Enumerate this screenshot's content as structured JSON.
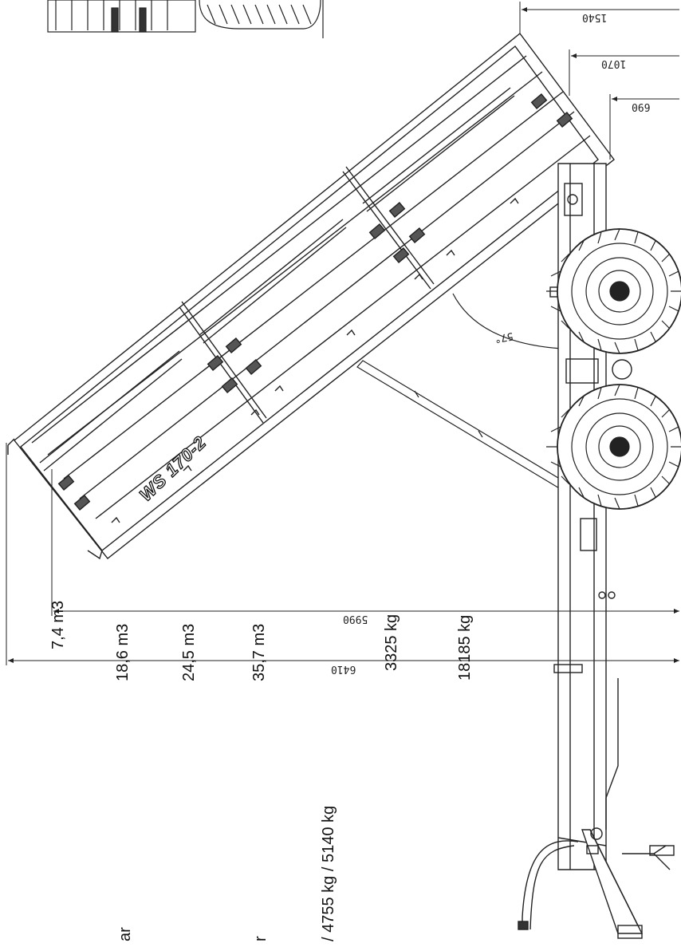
{
  "drawing": {
    "model_label": "WS 170-2",
    "tilt_angle": "57°",
    "dimensions": {
      "d690": "690",
      "d1070": "1070",
      "d1540": "1540",
      "d5990": "5990",
      "d6410": "6410"
    }
  },
  "specs": [
    {
      "value": "7,4 m3"
    },
    {
      "value": "18,6 m3"
    },
    {
      "value": "24,5 m3"
    },
    {
      "value": "35,7 m3"
    },
    {
      "value": "/ 4755 kg  /  5140 kg"
    },
    {
      "value": "3325 kg"
    },
    {
      "value": "18185 kg"
    }
  ],
  "spec_fragments": [
    {
      "text": "ar"
    },
    {
      "text": "r"
    }
  ]
}
